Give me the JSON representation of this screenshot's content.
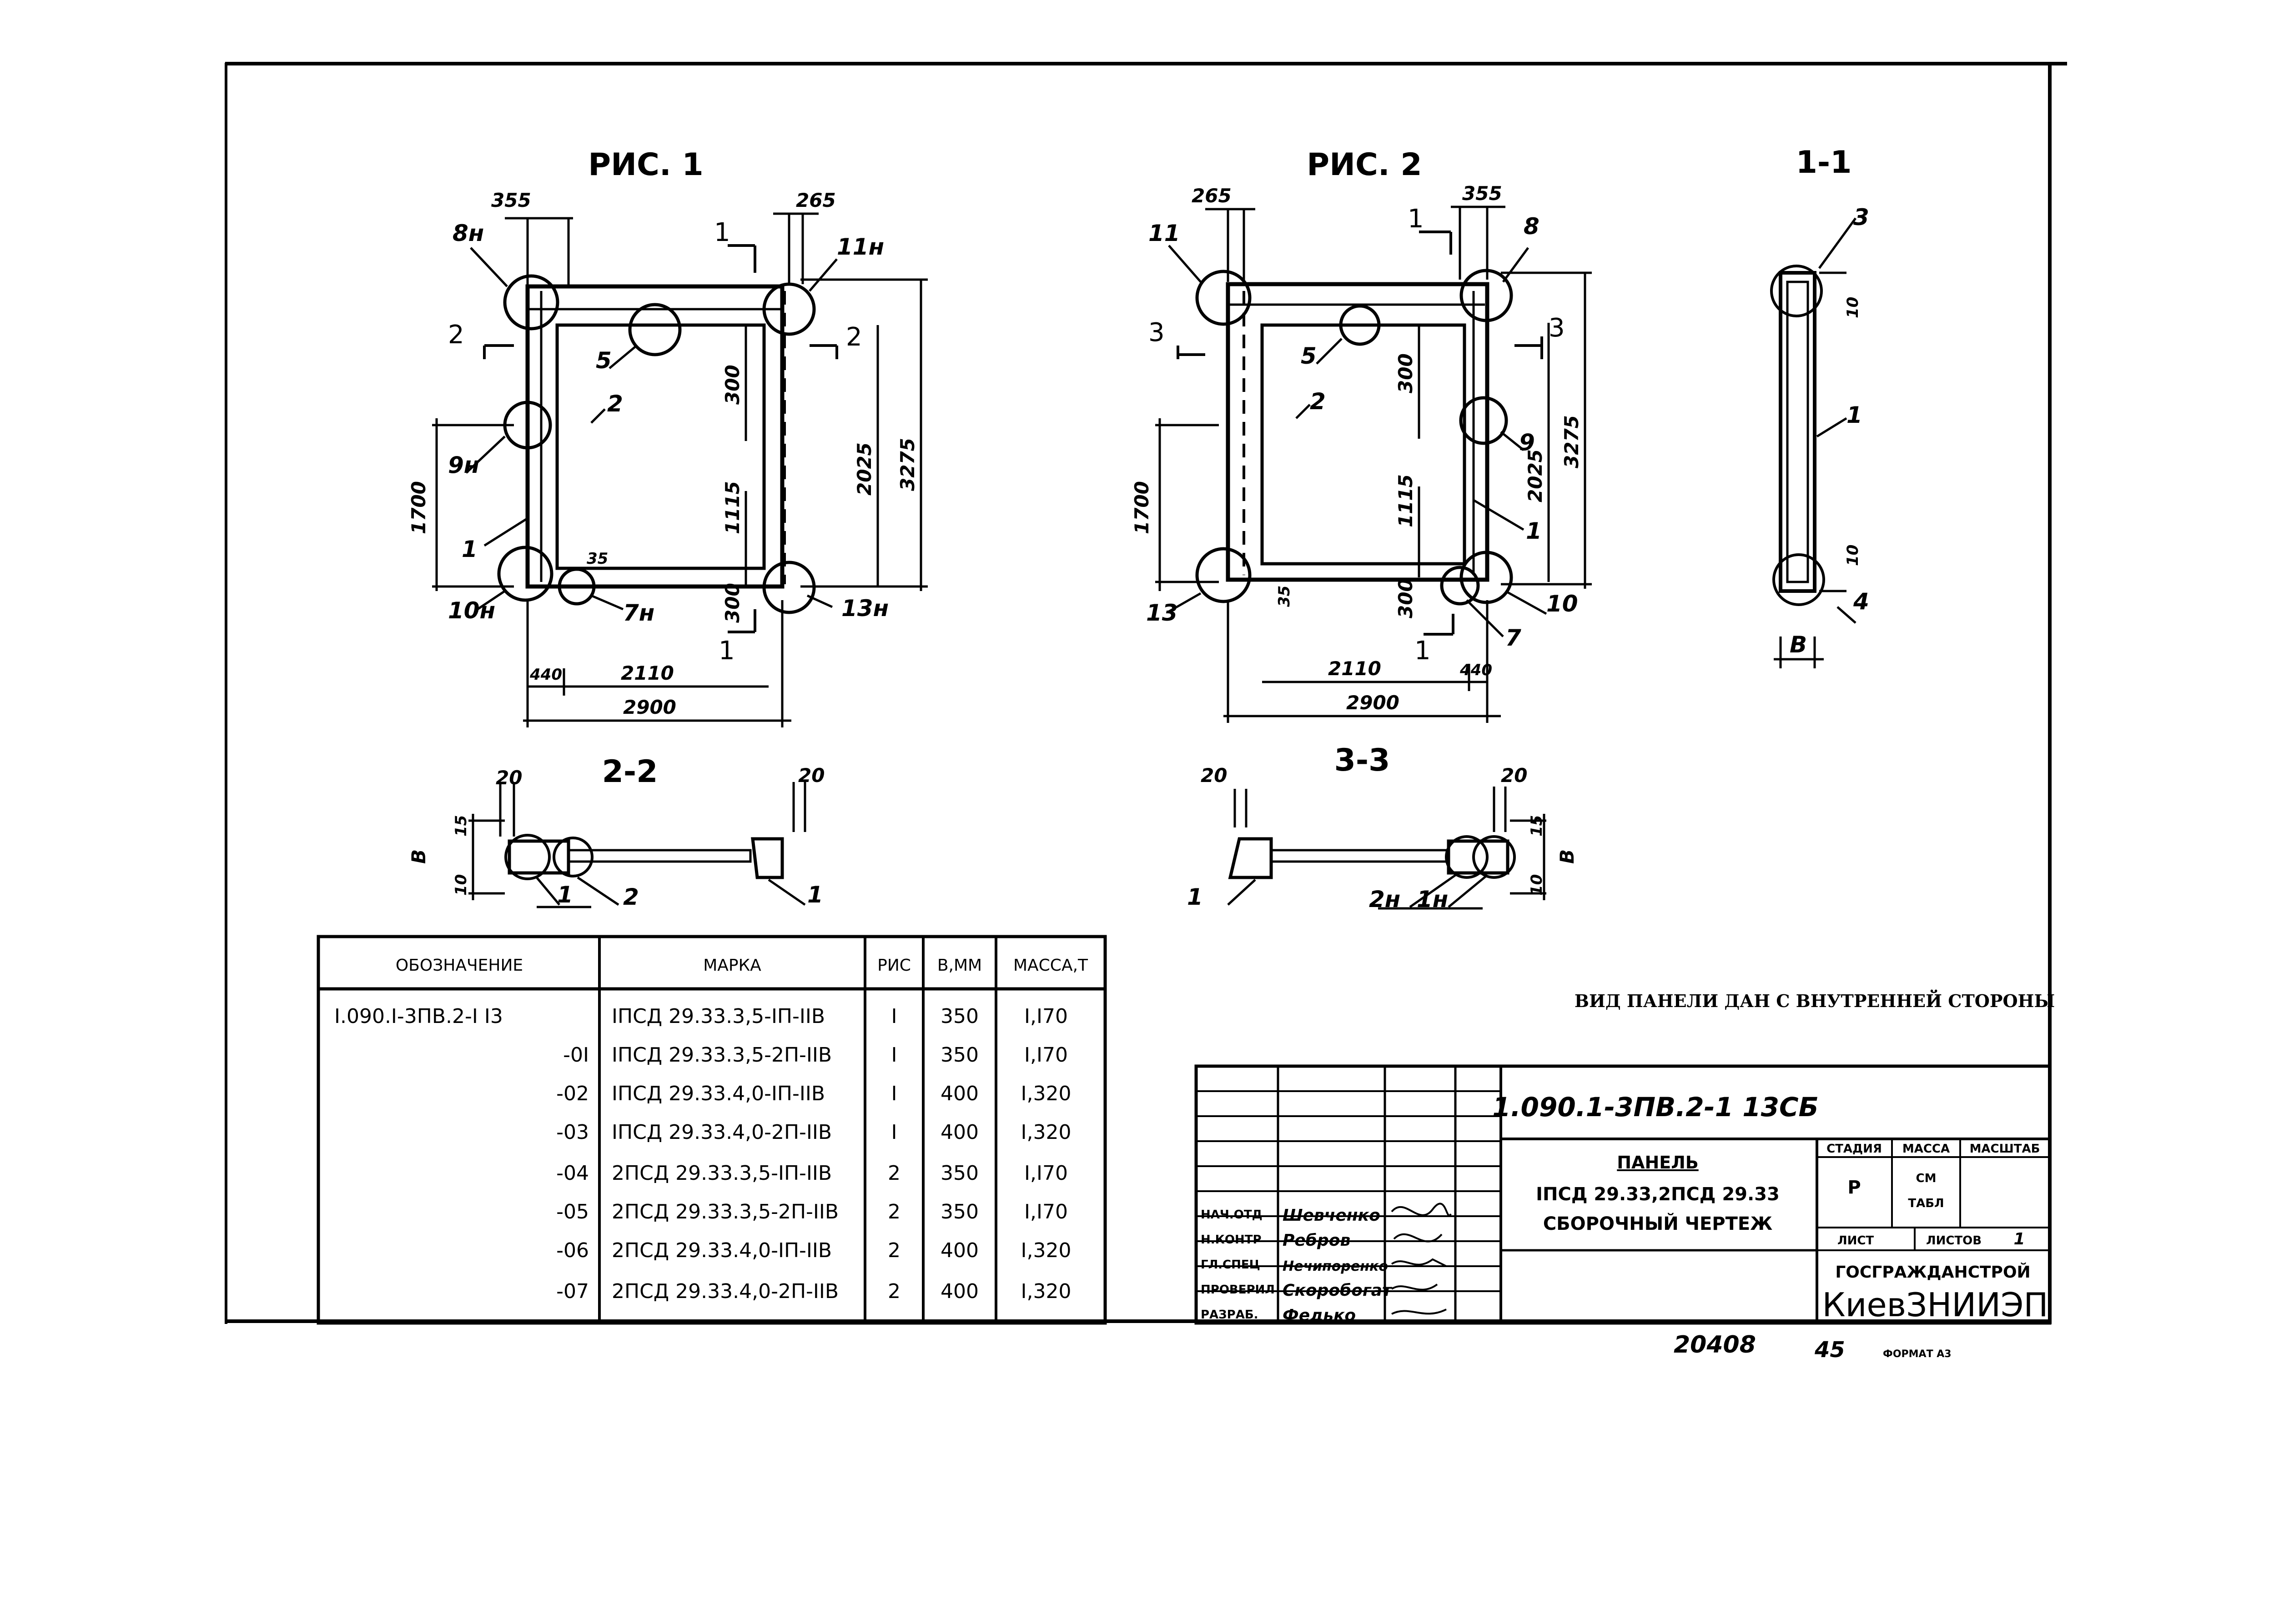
{
  "figures": {
    "fig1_title": "РИС. 1",
    "fig2_title": "РИС. 2",
    "sec11_title": "1-1",
    "sec22_title": "2-2",
    "sec33_title": "3-3"
  },
  "fig1": {
    "dim_top_left": "355",
    "dim_top_right": "265",
    "dim_h1700": "1700",
    "dim_300_top": "300",
    "dim_1115": "1115",
    "dim_300_bot": "300",
    "dim_2025": "2025",
    "dim_3275": "3275",
    "dim_35": "35",
    "dim_440": "440",
    "dim_2110": "2110",
    "dim_2900": "2900",
    "cut_2_left": "2",
    "cut_2_right": "2",
    "cut_1_top": "1",
    "cut_1_bot": "1",
    "labels": [
      "8н",
      "11н",
      "9н",
      "10н",
      "13н",
      "7н",
      "5",
      "2",
      "1"
    ]
  },
  "fig2": {
    "dim_top_left": "265",
    "dim_top_right": "355",
    "dim_h1700": "1700",
    "dim_300_top": "300",
    "dim_1115": "1115",
    "dim_300_bot": "300",
    "dim_2025": "2025",
    "dim_3275": "3275",
    "dim_35": "35",
    "dim_440": "440",
    "dim_2110": "2110",
    "dim_2900": "2900",
    "cut_3_left": "3",
    "cut_3_right": "3",
    "cut_1_top": "1",
    "cut_1_bot": "1",
    "labels": [
      "11",
      "8",
      "9",
      "1",
      "13",
      "7",
      "10",
      "5",
      "2"
    ]
  },
  "sec11": {
    "labels": [
      "3",
      "1",
      "4"
    ],
    "dim_10_top": "10",
    "dim_10_bot": "10",
    "dim_b": "В"
  },
  "sec22": {
    "dim_20_l": "20",
    "dim_20_r": "20",
    "dim_15": "15",
    "dim_10": "10",
    "dim_b": "В",
    "labels": [
      "1",
      "2",
      "1"
    ]
  },
  "sec33": {
    "dim_20_l": "20",
    "dim_20_r": "20",
    "dim_15": "15",
    "dim_10": "10",
    "dim_b": "В",
    "labels": [
      "1",
      "2н",
      "1н"
    ]
  },
  "spec_table": {
    "headers": [
      "ОБОЗНАЧЕНИЕ",
      "МАРКА",
      "РИС",
      "В,ММ",
      "МАССА,Т"
    ],
    "rows": [
      [
        "I.090.I-3ПВ.2-I I3",
        "IПСД 29.33.3,5-IП-IIВ",
        "I",
        "350",
        "I,I70"
      ],
      [
        "-0I",
        "IПСД 29.33.3,5-2П-IIВ",
        "I",
        "350",
        "I,I70"
      ],
      [
        "-02",
        "IПСД 29.33.4,0-IП-IIВ",
        "I",
        "400",
        "I,320"
      ],
      [
        "-03",
        "IПСД 29.33.4,0-2П-IIВ",
        "I",
        "400",
        "I,320"
      ],
      [
        "-04",
        "2ПСД 29.33.3,5-IП-IIВ",
        "2",
        "350",
        "I,I70"
      ],
      [
        "-05",
        "2ПСД 29.33.3,5-2П-IIВ",
        "2",
        "350",
        "I,I70"
      ],
      [
        "-06",
        "2ПСД 29.33.4,0-IП-IIВ",
        "2",
        "400",
        "I,320"
      ],
      [
        "-07",
        "2ПСД 29.33.4,0-2П-IIВ",
        "2",
        "400",
        "I,320"
      ]
    ]
  },
  "note": "ВИД ПАНЕЛИ ДАН С ВНУТРЕННЕЙ СТОРОНЫ",
  "title_block": {
    "doc_code": "1.090.1-3ПВ.2-1   13СБ",
    "name_line1": "ПАНЕЛЬ",
    "name_line2": "IПСД 29.33,2ПСД 29.33",
    "name_line3": "СБОРОЧНЫЙ ЧЕРТЕЖ",
    "stage_label": "СТАДИЯ",
    "mass_label": "МАССА",
    "scale_label": "МАСШТАБ",
    "stage_value": "Р",
    "mass_value_1": "СМ",
    "mass_value_2": "ТАБЛ",
    "sheet_label": "ЛИСТ",
    "sheets_label": "ЛИСТОВ",
    "sheets_value": "1",
    "org1": "ГОСГРАЖДАНСТРОЙ",
    "org2": "КиевЗНИИЭП",
    "roles": [
      "НАЧ.ОТД",
      "Н.КОНТР",
      "ГЛ.СПЕЦ",
      "ПРОВЕРИЛ",
      "РАЗРАБ."
    ],
    "names": [
      "Шевченко",
      "Ребров",
      "Нечипоренко",
      "Скоробогат",
      "Федько"
    ]
  },
  "footer": {
    "number": "20408",
    "page": "45",
    "format": "ФОРМАТ А3"
  }
}
